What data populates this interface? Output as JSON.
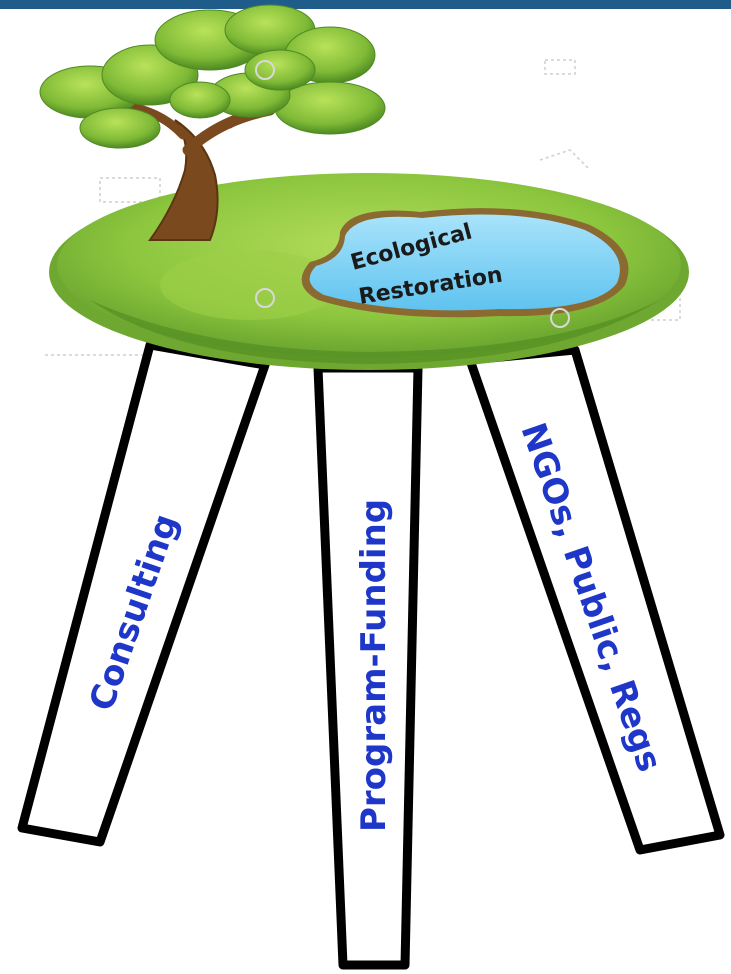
{
  "diagram": {
    "top_label_line1": "Ecological",
    "top_label_line2": "Restoration",
    "legs": {
      "left": "Consulting",
      "center": "Program-Funding",
      "right": "NGOs, Public, Regs"
    }
  },
  "colors": {
    "label_text": "#1f37c8",
    "grass": "#8bc34a",
    "pond": "#7fd3f5",
    "trunk": "#7a4a1e",
    "top_bar": "#1f5c8a"
  }
}
